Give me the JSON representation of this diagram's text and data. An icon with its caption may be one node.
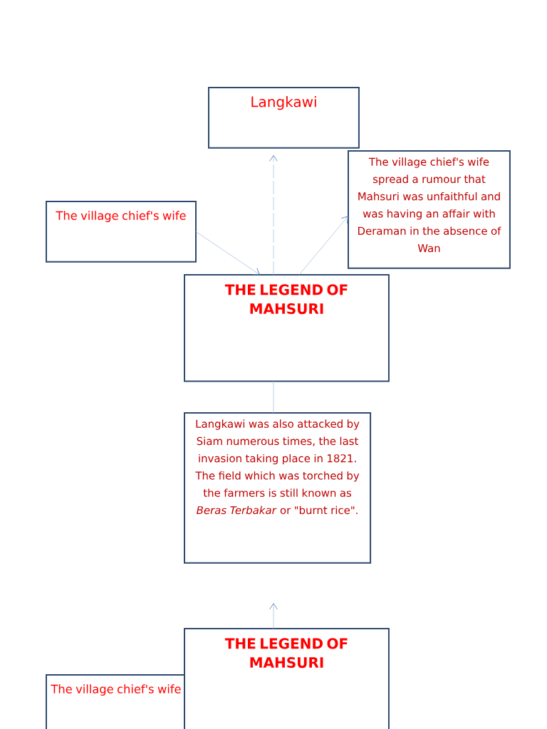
{
  "diagram": {
    "nodes": [
      {
        "text": [
          "Langkawi"
        ]
      },
      {
        "text": [
          "The village chief's wife spread a rumour that Mahsuri was unfaithful and was having an affair with Deraman in the absence of Wan"
        ]
      },
      {
        "text": [
          "The village chief's wife"
        ]
      },
      {
        "text": [
          "THE LEGEND OF MAHSURI"
        ]
      },
      {
        "text": [
          "Langkawi was also attacked by Siam numerous times, the last invasion taking place in 1821. The field which was torched by the farmers is still known as *Beras Terbakar* or \"burnt rice\"."
        ]
      },
      {
        "text": [
          "The village chief's wife"
        ]
      },
      {
        "text": [
          "THE LEGEND OF MAHSURI"
        ]
      }
    ],
    "edges": [
      {
        "from": 3,
        "to": 0,
        "arrow": "to",
        "style": "dashed"
      },
      {
        "from": 2,
        "to": 3,
        "arrow": "to"
      },
      {
        "from": 3,
        "to": 1,
        "arrow": "to"
      },
      {
        "from": 3,
        "to": 4,
        "arrow": "none"
      },
      {
        "from": 6,
        "to": null,
        "arrow": "to"
      }
    ]
  }
}
